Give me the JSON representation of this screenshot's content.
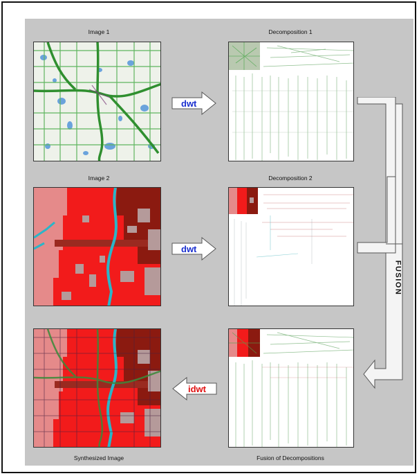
{
  "captions": {
    "image1": "Image 1",
    "decomp1": "Decomposition 1",
    "image2": "Image 2",
    "decomp2": "Decomposition 2",
    "synth": "Synthesized Image",
    "fusion_decomp": "Fusion of Decompositions"
  },
  "arrows": {
    "dwt1": "dwt",
    "dwt2": "dwt",
    "idwt": "idwt"
  },
  "fusion": "FUSION",
  "colors": {
    "panel_bg": "#c6c6c6",
    "dwt_text": "#1a2fcf",
    "idwt_text": "#e01010",
    "map_green": "#3fa33f",
    "map_water": "#4a90d9",
    "landuse_red": "#f21b1b",
    "landuse_dark": "#8b1a10",
    "landuse_pink": "#e58a8a",
    "landuse_river": "#2bb5c8"
  }
}
